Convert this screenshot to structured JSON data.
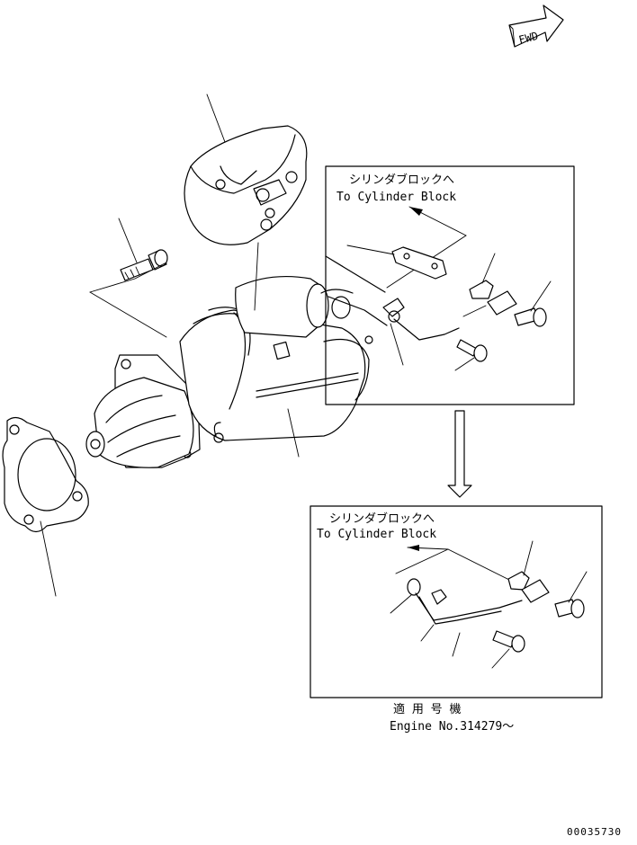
{
  "fwd_arrow": {
    "text": "FWD"
  },
  "detail_box_1": {
    "label_jp": "シリンダブロックへ",
    "label_en": "To Cylinder Block"
  },
  "detail_box_2": {
    "label_jp": "シリンダブロックへ",
    "label_en": "To Cylinder Block"
  },
  "applicability": {
    "label_jp": "適 用 号 機",
    "engine_no": "Engine No.314279～"
  },
  "drawing_number": "00035730"
}
